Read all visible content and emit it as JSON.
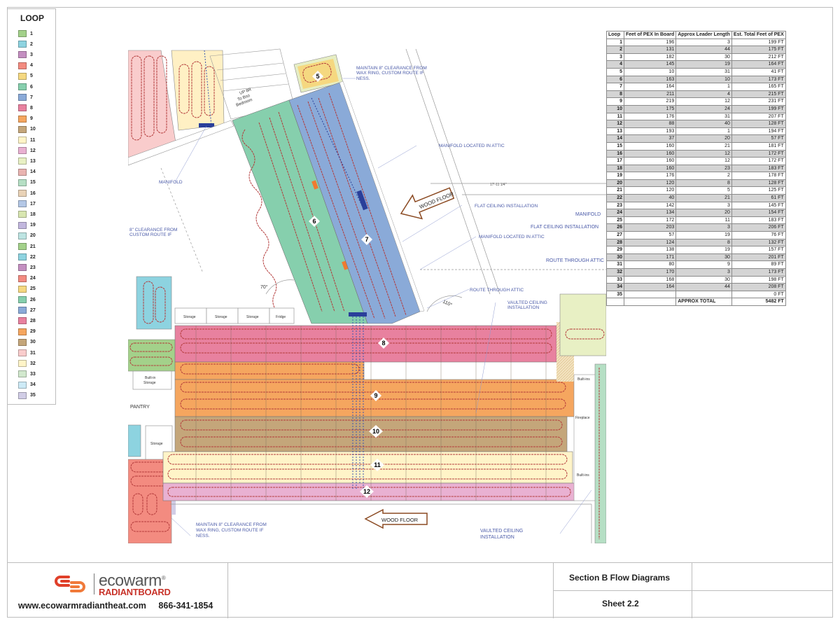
{
  "legend": {
    "title": "LOOP",
    "items": [
      {
        "n": "1",
        "color": "#a3d18a"
      },
      {
        "n": "2",
        "color": "#8dd3e0"
      },
      {
        "n": "3",
        "color": "#c48fc1"
      },
      {
        "n": "4",
        "color": "#f38b80"
      },
      {
        "n": "5",
        "color": "#f5d880"
      },
      {
        "n": "6",
        "color": "#86cfad"
      },
      {
        "n": "7",
        "color": "#8aaad8"
      },
      {
        "n": "8",
        "color": "#e8819f"
      },
      {
        "n": "9",
        "color": "#f5a65f"
      },
      {
        "n": "10",
        "color": "#c4a67a"
      },
      {
        "n": "11",
        "color": "#fff4c8"
      },
      {
        "n": "12",
        "color": "#e9b1d2"
      },
      {
        "n": "13",
        "color": "#e8f0c4"
      },
      {
        "n": "14",
        "color": "#e9b3b0"
      },
      {
        "n": "15",
        "color": "#b5dfc4"
      },
      {
        "n": "16",
        "color": "#e9d2b6"
      },
      {
        "n": "17",
        "color": "#b3c7e6"
      },
      {
        "n": "18",
        "color": "#d8e6b0"
      },
      {
        "n": "19",
        "color": "#c2b7de"
      },
      {
        "n": "20",
        "color": "#bde4e2"
      },
      {
        "n": "21",
        "color": "#a3d18a"
      },
      {
        "n": "22",
        "color": "#8dd3e0"
      },
      {
        "n": "23",
        "color": "#c48fc1"
      },
      {
        "n": "24",
        "color": "#f38b80"
      },
      {
        "n": "25",
        "color": "#f5d880"
      },
      {
        "n": "26",
        "color": "#86cfad"
      },
      {
        "n": "27",
        "color": "#8aaad8"
      },
      {
        "n": "28",
        "color": "#e8819f"
      },
      {
        "n": "29",
        "color": "#f5a65f"
      },
      {
        "n": "30",
        "color": "#c4a67a"
      },
      {
        "n": "31",
        "color": "#f9cccc"
      },
      {
        "n": "32",
        "color": "#fff4c8"
      },
      {
        "n": "33",
        "color": "#d1e8cd"
      },
      {
        "n": "34",
        "color": "#cdeaf6"
      },
      {
        "n": "35",
        "color": "#d1cde6"
      }
    ]
  },
  "table": {
    "headers": [
      "Loop",
      "Feet of PEX In Board",
      "Approx Leader Length",
      "Est. Total Feet of PEX"
    ],
    "unit": "FT",
    "rows": [
      [
        "1",
        "196",
        "3",
        "199"
      ],
      [
        "2",
        "131",
        "44",
        "175"
      ],
      [
        "3",
        "182",
        "30",
        "212"
      ],
      [
        "4",
        "145",
        "19",
        "164"
      ],
      [
        "5",
        "10",
        "31",
        "41"
      ],
      [
        "6",
        "163",
        "10",
        "173"
      ],
      [
        "7",
        "164",
        "1",
        "165"
      ],
      [
        "8",
        "211",
        "4",
        "215"
      ],
      [
        "9",
        "219",
        "12",
        "231"
      ],
      [
        "10",
        "175",
        "24",
        "199"
      ],
      [
        "11",
        "176",
        "31",
        "207"
      ],
      [
        "12",
        "88",
        "40",
        "128"
      ],
      [
        "13",
        "193",
        "1",
        "194"
      ],
      [
        "14",
        "37",
        "20",
        "57"
      ],
      [
        "15",
        "160",
        "21",
        "181"
      ],
      [
        "16",
        "160",
        "12",
        "172"
      ],
      [
        "17",
        "160",
        "12",
        "172"
      ],
      [
        "18",
        "160",
        "23",
        "183"
      ],
      [
        "19",
        "176",
        "2",
        "178"
      ],
      [
        "20",
        "120",
        "8",
        "128"
      ],
      [
        "21",
        "120",
        "5",
        "125"
      ],
      [
        "22",
        "40",
        "21",
        "61"
      ],
      [
        "23",
        "142",
        "3",
        "145"
      ],
      [
        "24",
        "134",
        "20",
        "154"
      ],
      [
        "25",
        "172",
        "11",
        "183"
      ],
      [
        "26",
        "203",
        "3",
        "206"
      ],
      [
        "27",
        "57",
        "19",
        "76"
      ],
      [
        "28",
        "124",
        "8",
        "132"
      ],
      [
        "29",
        "138",
        "19",
        "157"
      ],
      [
        "30",
        "171",
        "30",
        "201"
      ],
      [
        "31",
        "80",
        "9",
        "89"
      ],
      [
        "32",
        "170",
        "3",
        "173"
      ],
      [
        "33",
        "168",
        "30",
        "198"
      ],
      [
        "34",
        "164",
        "44",
        "208"
      ],
      [
        "35",
        "",
        "",
        "0"
      ]
    ],
    "total_label": "APPROX TOTAL",
    "total_value": "5482"
  },
  "diagram": {
    "loop_markers": {
      "m5": "5",
      "m6": "6",
      "m7": "7",
      "m8": "8",
      "m9": "9",
      "m10": "10",
      "m11": "11",
      "m12": "12"
    },
    "labels": {
      "clearance_top_1": "MAINTAIN 8\" CLEARANCE FROM",
      "clearance_top_2": "WAX RING, CUSTOM ROUTE IF",
      "clearance_top_3": "NESS.",
      "manifold": "MANIFOLD",
      "clearance_left_1": "8\" CLEARANCE FROM",
      "clearance_left_2": "CUSTOM ROUTE IF",
      "manifold_attic_1": "MANIFOLD LOCATED IN ATTIC",
      "flat_ceiling_1": "FLAT CEILING INSTALLATION",
      "manifold_attic_2": "MANIFOLD LOCATED IN ATTIC",
      "route_attic_1": "ROUTE THROUGH ATTIC",
      "vaulted_1a": "VAULTED CEILING",
      "vaulted_1b": "INSTALLATION",
      "manifold_right": "MANIFOLD",
      "flat_ceiling_right": "FLAT CEILING INSTALLATION",
      "route_attic_right": "ROUTE THROUGH ATTIC",
      "clearance_bot_1": "MAINTAIN 8\" CLEARANCE FROM",
      "clearance_bot_2": "WAX RING, CUSTOM ROUTE IF",
      "clearance_bot_3": "NESS.",
      "vaulted_2a": "VAULTED CEILING",
      "vaulted_2b": "INSTALLATION",
      "wood_floor_1": "WOOD FLOOR",
      "wood_floor_2": "WOOD FLOOR",
      "angle_70": "70°",
      "angle_110": "110°",
      "dim_1": "17'-11 1/4\"",
      "stair_1": "UP 8R",
      "stair_2": "To Bso",
      "stair_3": "Bedroom",
      "storage_1": "Storage",
      "storage_2": "Storage",
      "storage_3": "Storage",
      "fridge": "Fridge",
      "builtin_storage_1": "Built-in",
      "builtin_storage_2": "Storage",
      "pantry": "PANTRY",
      "storage_4": "Storage",
      "builtin_1": "Built-ins",
      "fireplace": "Fireplace",
      "builtin_2": "Built-ins"
    }
  },
  "titleblock": {
    "brand_word": "ecowarm",
    "brand_reg": "®",
    "brand_sub": "RADIANTBOARD",
    "website": "www.ecowarmradiantheat.com",
    "phone": "866-341-1854",
    "section": "Section B Flow Diagrams",
    "sheet": "Sheet 2.2"
  },
  "colors": {
    "label_blue": "#4a5aa8",
    "loop_red": "#b33a3a",
    "arrow_brown": "#8b4a22"
  }
}
